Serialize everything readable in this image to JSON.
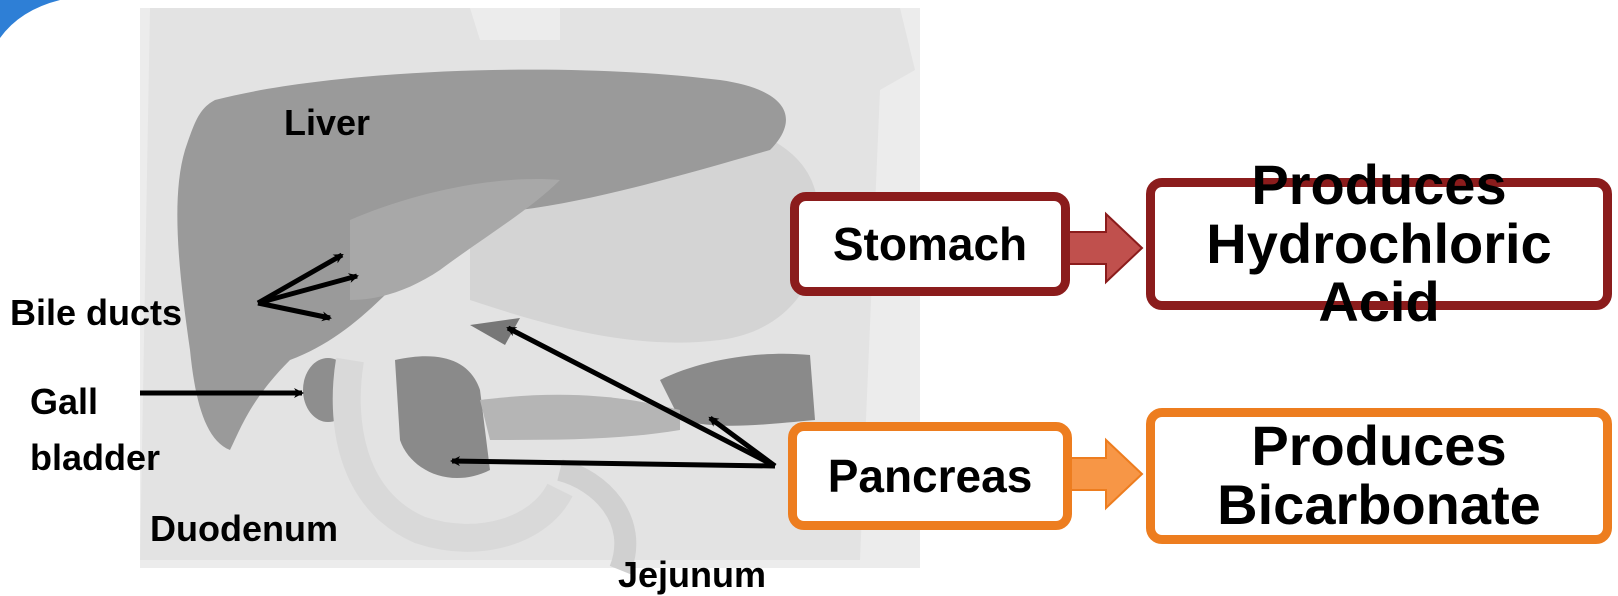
{
  "labels": {
    "liver": "Liver",
    "bile_ducts": "Bile ducts",
    "gall_bladder": "Gall\nbladder",
    "duodenum": "Duodenum",
    "jejunum": "Jejunum"
  },
  "flow": {
    "stomach": "Stomach",
    "stomach_product": "Produces\nHydrochloric\nAcid",
    "pancreas": "Pancreas",
    "pancreas_product": "Produces\nBicarbonate"
  },
  "colors": {
    "stomach_border": "#8b1c1c",
    "stomach_arrow": "#c0504d",
    "pancreas_border": "#ed7d1f",
    "pancreas_arrow": "#f79646",
    "organ_dark": "#9a9a9a",
    "organ_mid": "#b3b3b3",
    "background_panel": "#ececec",
    "corner_accent": "#2e7fd6"
  }
}
